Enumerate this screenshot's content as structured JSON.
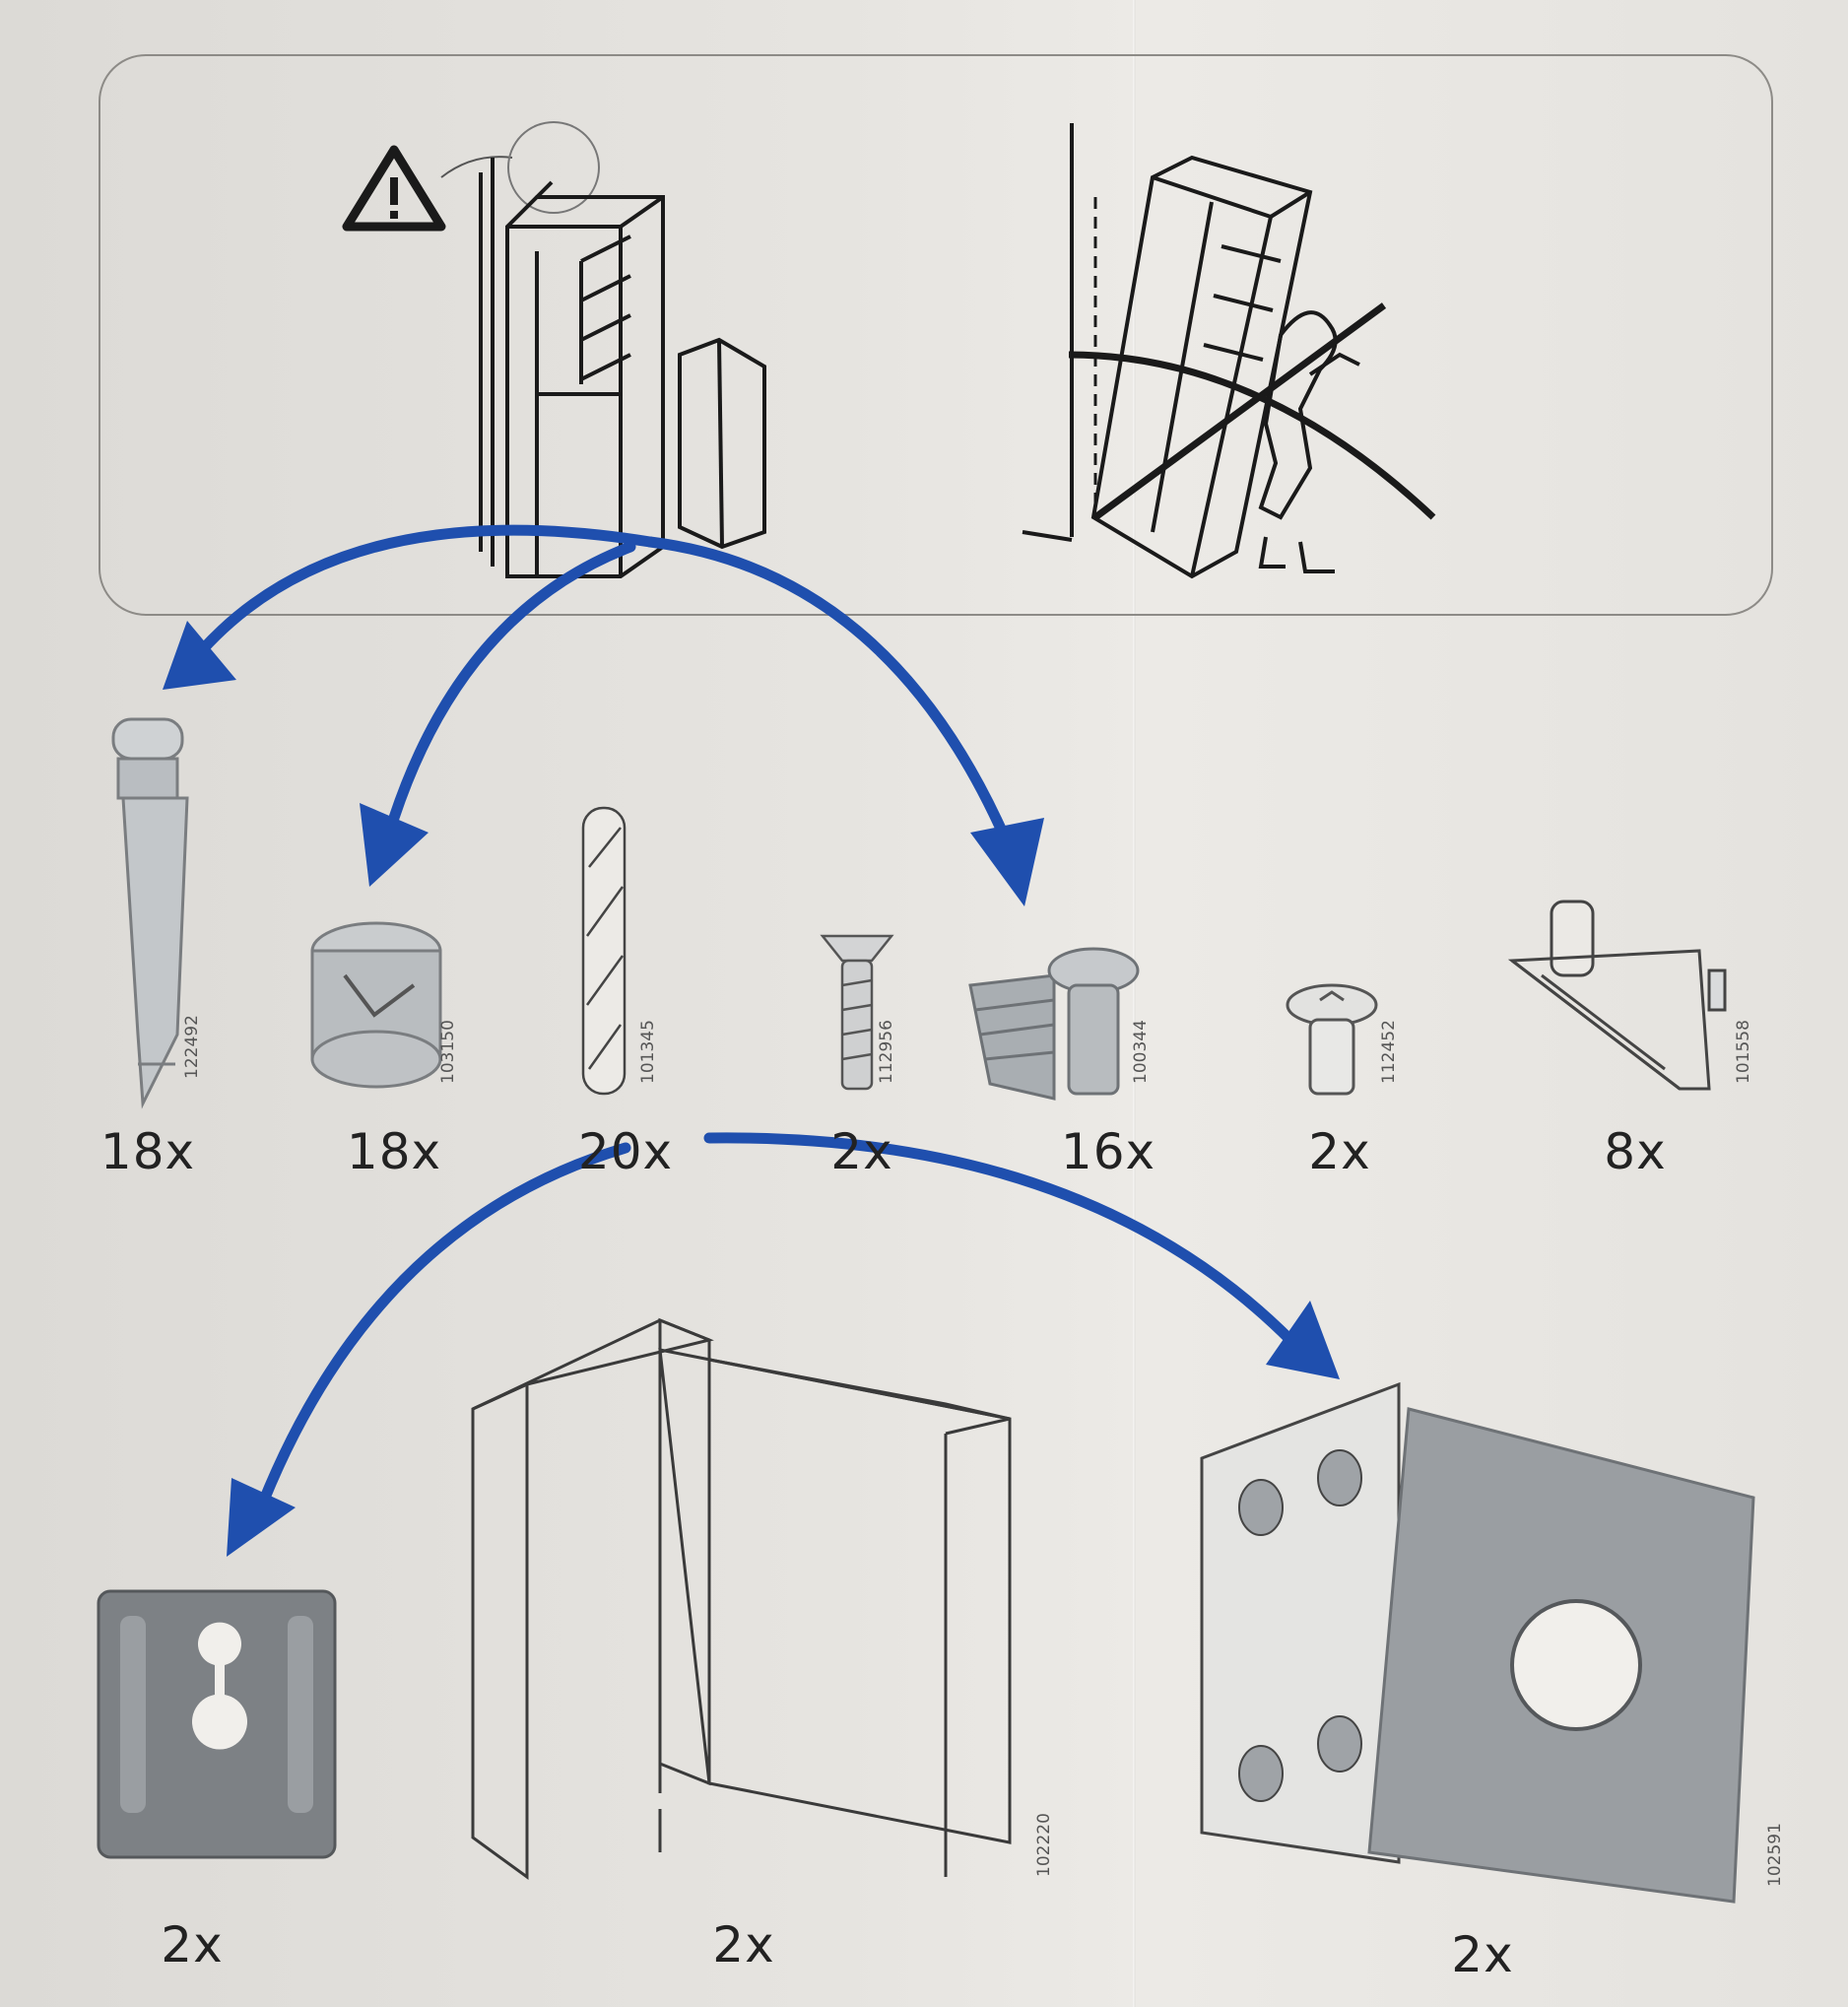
{
  "warning_icon": "warning-triangle-icon",
  "hardware": [
    {
      "name": "cam-bolt",
      "quantity": "18x",
      "code": "122492"
    },
    {
      "name": "cam-lock-nut",
      "quantity": "18x",
      "code": "103150"
    },
    {
      "name": "wood-dowel",
      "quantity": "20x",
      "code": "101345"
    },
    {
      "name": "countersunk-screw",
      "quantity": "2x",
      "code": "112956"
    },
    {
      "name": "threaded-insert-screw",
      "quantity": "16x",
      "code": "100344"
    },
    {
      "name": "pan-head-screw",
      "quantity": "2x",
      "code": "112452"
    },
    {
      "name": "shelf-support",
      "quantity": "8x",
      "code": "101558"
    }
  ],
  "brackets": [
    {
      "name": "wall-plate",
      "quantity": "2x",
      "code": ""
    },
    {
      "name": "corner-panel",
      "quantity": "2x",
      "code": "102220"
    },
    {
      "name": "angle-bracket",
      "quantity": "2x",
      "code": "102591"
    }
  ],
  "colors": {
    "arrow": "#1f4fae",
    "line": "#1a1a1a",
    "metal": "#b8bcc0"
  }
}
